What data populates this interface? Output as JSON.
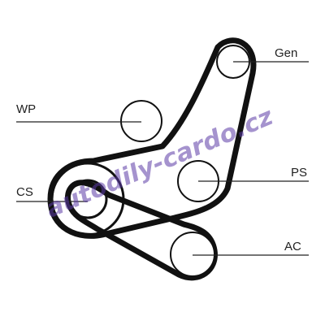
{
  "diagram": {
    "labels": {
      "gen": "Gen",
      "wp": "WP",
      "ps": "PS",
      "cs": "CS",
      "ac": "AC"
    },
    "watermark": "autodily-cardo.cz",
    "colors": {
      "belt": "#111111",
      "line": "#222222",
      "watermark": "#5b3aa6",
      "background": "#ffffff"
    }
  }
}
